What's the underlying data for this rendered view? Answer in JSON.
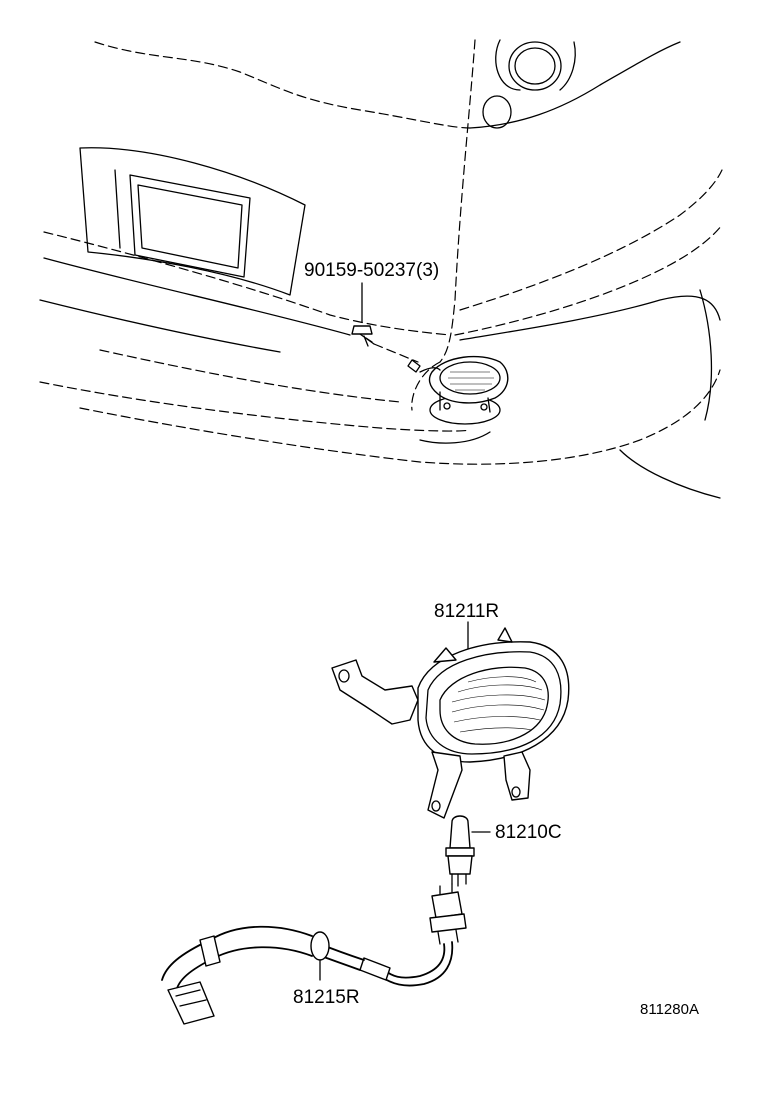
{
  "callouts": {
    "bolt": "90159-50237(3)",
    "fog_lamp": "81211R",
    "bulb": "81210C",
    "socket_cord": "81215R"
  },
  "figure_id": "811280A"
}
